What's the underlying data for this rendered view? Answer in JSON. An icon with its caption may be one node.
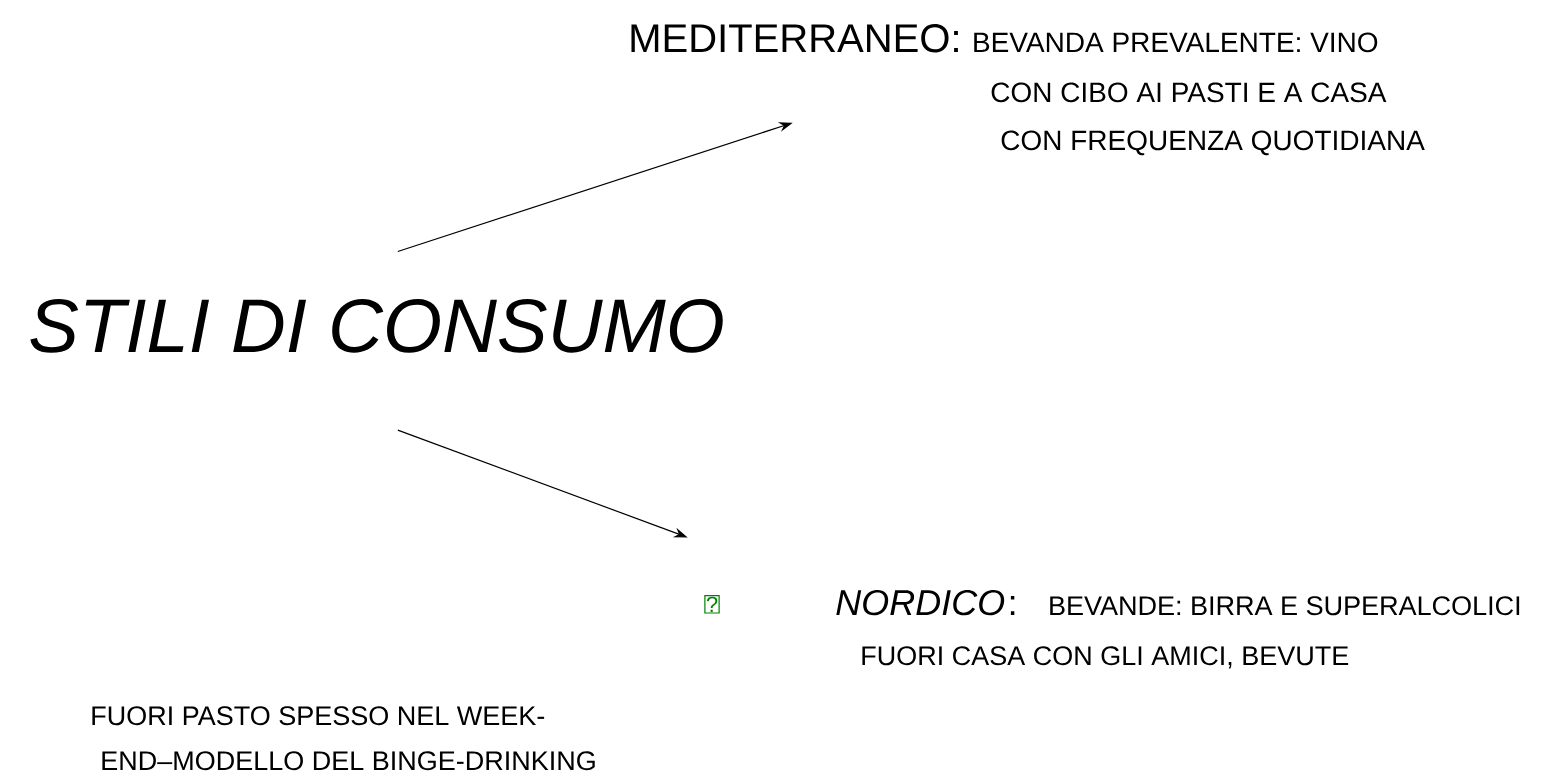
{
  "diagram": {
    "nodes": [
      {
        "text": [
          "STILI DI CONSUMO"
        ]
      },
      {
        "text": [
          "MEDITERRANEO:",
          "BEVANDA PREVALENTE: VINO",
          "CON CIBO AI PASTI E A CASA",
          "CON FREQUENZA QUOTIDIANA"
        ]
      },
      {
        "text": [
          "NORDICO",
          ":",
          "BEVANDE: BIRRA E SUPERALCOLICI",
          "FUORI CASA CON GLI AMICI, BEVUTE",
          "FUORI PASTO SPESSO NEL WEEK-",
          "END–MODELLO DEL BINGE-DRINKING"
        ]
      }
    ],
    "edges": [
      {
        "from": 0,
        "to": 1,
        "arrow": "to"
      },
      {
        "from": 0,
        "to": 2,
        "arrow": "to"
      }
    ],
    "labels": [
      "?"
    ]
  }
}
